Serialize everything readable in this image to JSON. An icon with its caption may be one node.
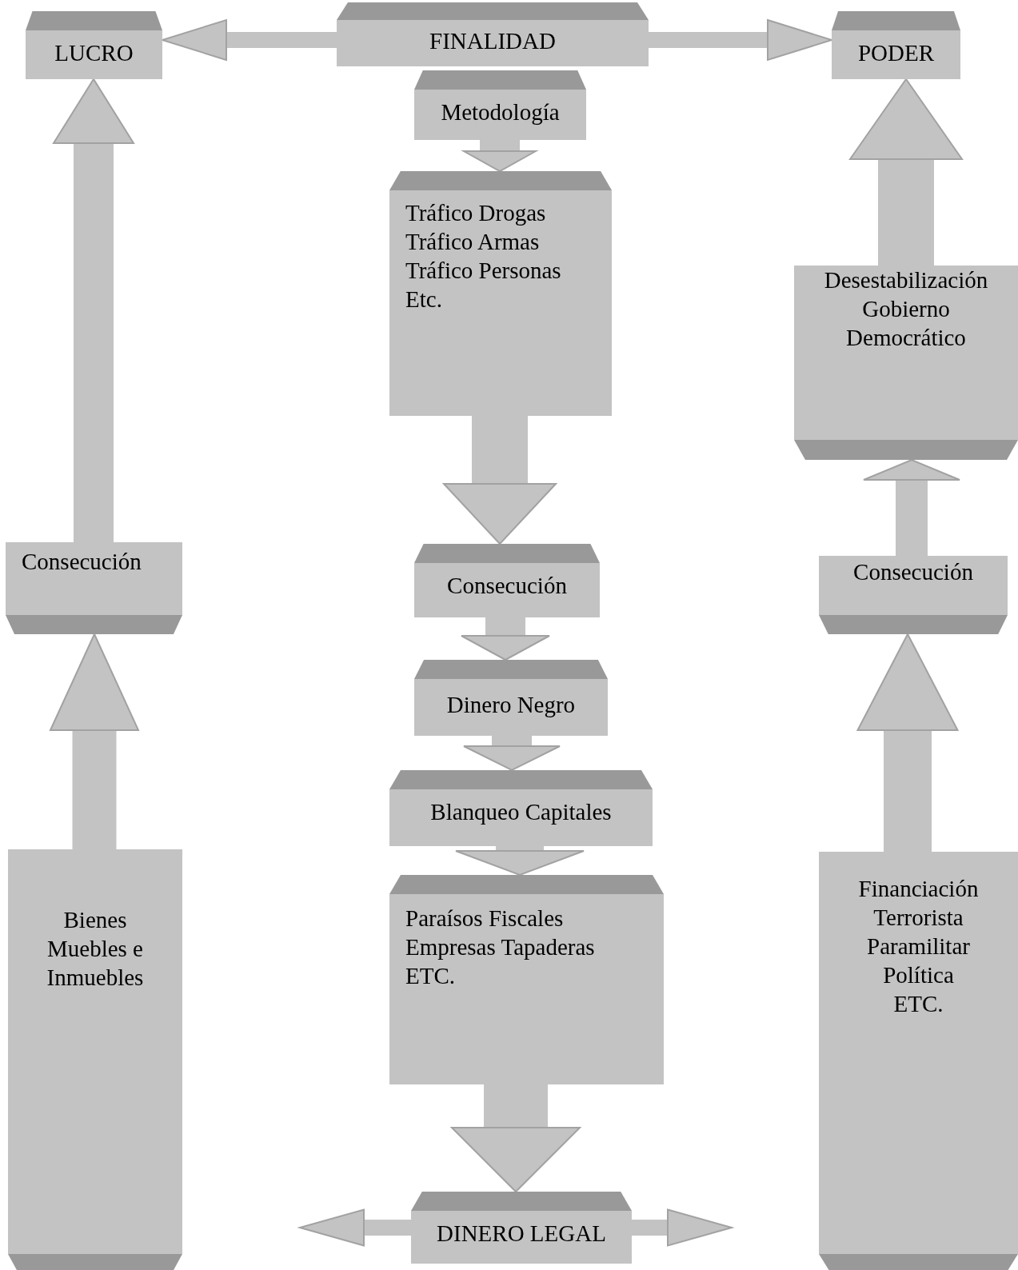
{
  "diagram": {
    "nodes": [
      {
        "text": [
          "LUCRO"
        ]
      },
      {
        "text": [
          "FINALIDAD"
        ]
      },
      {
        "text": [
          "PODER"
        ]
      },
      {
        "text": [
          "Metodología"
        ]
      },
      {
        "text": [
          "Tráfico Drogas",
          "Tráfico Armas",
          "Tráfico Personas",
          "Etc."
        ]
      },
      {
        "text": [
          "Desestabilización Gobierno Democrático"
        ]
      },
      {
        "text": [
          "Consecución"
        ]
      },
      {
        "text": [
          "Consecución"
        ]
      },
      {
        "text": [
          "Consecución"
        ]
      },
      {
        "text": [
          "Dinero Negro"
        ]
      },
      {
        "text": [
          "Blanqueo Capitales"
        ]
      },
      {
        "text": [
          "Bienes Muebles e Inmuebles"
        ]
      },
      {
        "text": [
          "Paraísos Fiscales",
          "Empresas Tapaderas",
          "ETC."
        ]
      },
      {
        "text": [
          "Financiación Terrorista",
          "Paramilitar",
          "Política",
          "ETC."
        ]
      },
      {
        "text": [
          "DINERO LEGAL"
        ]
      }
    ],
    "edges": [
      {
        "from": 1,
        "to": 0,
        "arrow": "to"
      },
      {
        "from": 1,
        "to": 2,
        "arrow": "to"
      },
      {
        "from": 3,
        "to": 4,
        "arrow": "to"
      },
      {
        "from": 4,
        "to": 7,
        "arrow": "to"
      },
      {
        "from": 5,
        "to": 2,
        "arrow": "to"
      },
      {
        "from": 6,
        "to": 0,
        "arrow": "to"
      },
      {
        "from": 7,
        "to": 9,
        "arrow": "to"
      },
      {
        "from": 8,
        "to": 5,
        "arrow": "to"
      },
      {
        "from": 9,
        "to": 10,
        "arrow": "to"
      },
      {
        "from": 10,
        "to": 12,
        "arrow": "to"
      },
      {
        "from": 11,
        "to": 6,
        "arrow": "to"
      },
      {
        "from": 12,
        "to": 14,
        "arrow": "to"
      },
      {
        "from": 13,
        "to": 8,
        "arrow": "to"
      },
      {
        "from": 14,
        "to": null,
        "arrow": "to"
      },
      {
        "from": 14,
        "to": null,
        "arrow": "to"
      }
    ]
  }
}
